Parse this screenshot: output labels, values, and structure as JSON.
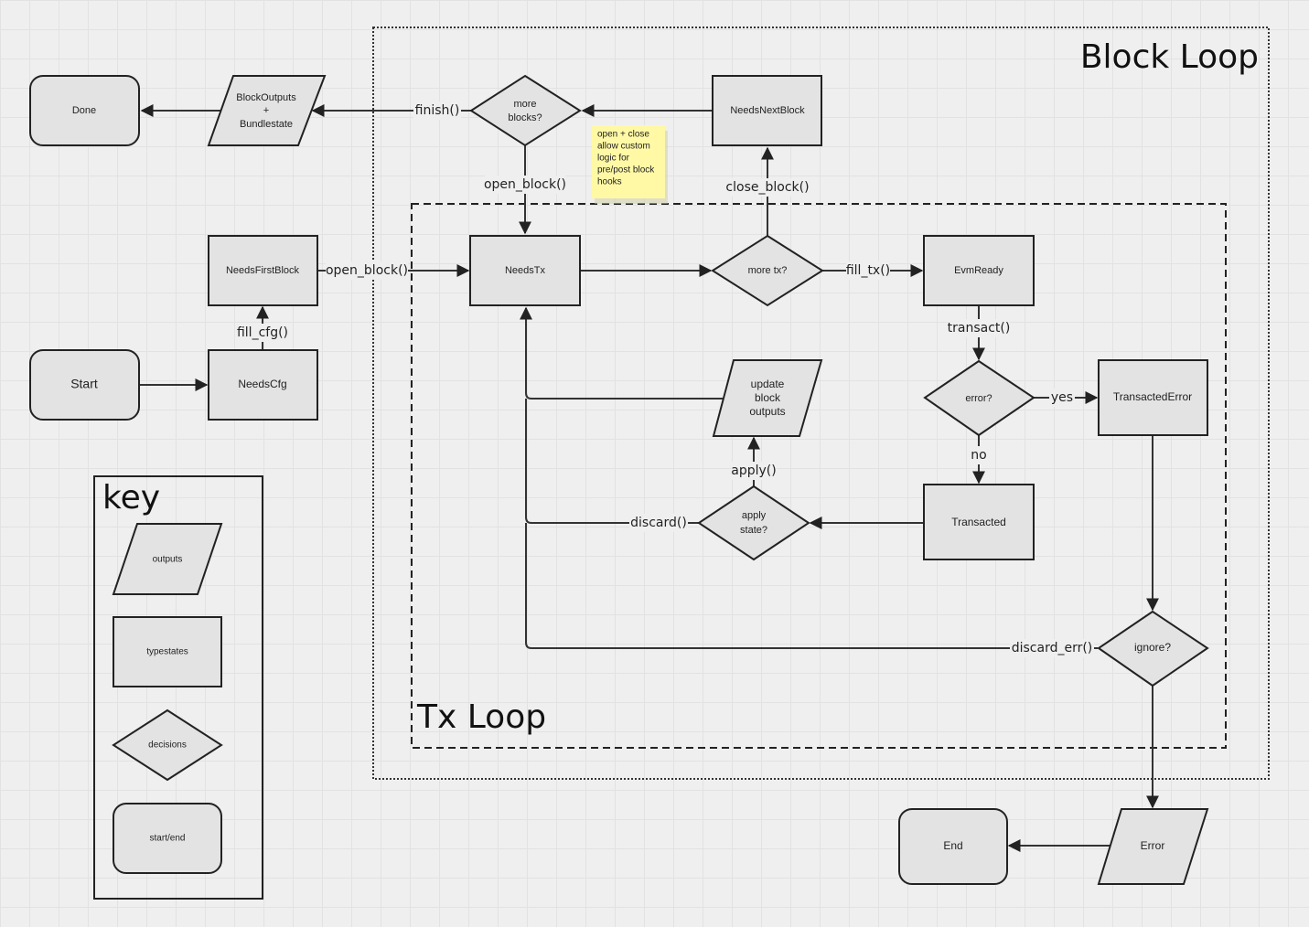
{
  "groups": {
    "block_loop": "Block Loop",
    "tx_loop": "Tx Loop"
  },
  "nodes": {
    "done": "Done",
    "block_outputs": [
      "BlockOutputs",
      "+",
      "Bundlestate"
    ],
    "more_blocks": [
      "more",
      "blocks?"
    ],
    "needs_next_block": "NeedsNextBlock",
    "needs_first_block": "NeedsFirstBlock",
    "needs_tx": "NeedsTx",
    "more_tx": "more tx?",
    "evm_ready": "EvmReady",
    "start": "Start",
    "needs_cfg": "NeedsCfg",
    "update_block_outputs": [
      "update",
      "block",
      "outputs"
    ],
    "error_q": "error?",
    "transacted_error": "TransactedError",
    "apply_state": [
      "apply",
      "state?"
    ],
    "transacted": "Transacted",
    "ignore_q": "ignore?",
    "end": "End",
    "error": "Error"
  },
  "edges": {
    "finish": "finish()",
    "open_block_top": "open_block()",
    "close_block": "close_block()",
    "open_block_left": "open_block()",
    "fill_tx": "fill_tx()",
    "transact": "transact()",
    "fill_cfg": "fill_cfg()",
    "yes": "yes",
    "no": "no",
    "apply": "apply()",
    "discard": "discard()",
    "discard_err": "discard_err()"
  },
  "sticky_note": [
    "open + close",
    "allow custom",
    "logic for",
    "pre/post block",
    "hooks"
  ],
  "key": {
    "title": "key",
    "outputs": "outputs",
    "typestates": "typestates",
    "decisions": "decisions",
    "start_end": "start/end"
  }
}
